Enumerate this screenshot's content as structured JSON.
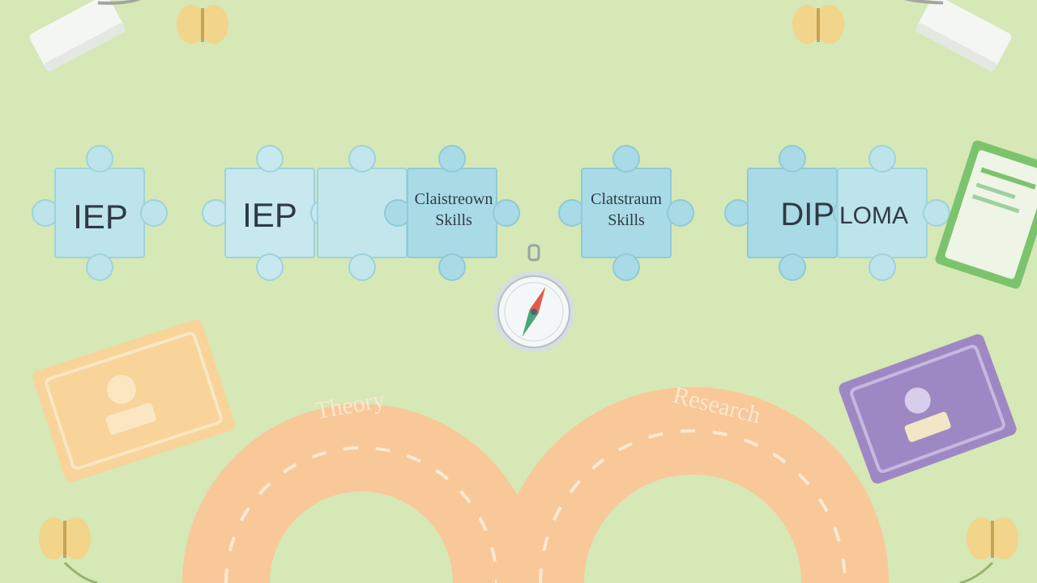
{
  "scene": {
    "background": "#d5e8b6",
    "colors": {
      "puzzle_light": "#bde4ea",
      "puzzle_mid": "#a9dbe6",
      "puzzle_outline": "#8fcad8",
      "road": "#f9c898",
      "road_dash": "#fde9d3",
      "card_orange": "#f8d39a",
      "card_purple": "#9e88c4",
      "diploma_green": "#7cc36d",
      "cap_white": "#f4f6f4",
      "ribbon_yellow": "#f2d48a",
      "compass_needle_red": "#e45a4a",
      "compass_needle_green": "#49a77c"
    },
    "puzzle_pieces": [
      {
        "label": "IEP",
        "icon": "puzzle-piece"
      },
      {
        "label": "IEP",
        "icon": "puzzle-piece"
      },
      {
        "label": "",
        "icon": "puzzle-piece"
      },
      {
        "label_line1": "Claistreown",
        "label_line2": "Skills",
        "icon": "puzzle-piece"
      },
      {
        "label_line1": "Clatstraum",
        "label_line2": "Skills",
        "icon": "puzzle-piece"
      },
      {
        "label": "DIP",
        "icon": "puzzle-piece"
      },
      {
        "label": "LOMA",
        "icon": "puzzle-piece"
      }
    ],
    "roads": [
      {
        "label": "Theory",
        "icon": "road-arch"
      },
      {
        "label": "Research",
        "icon": "road-arch"
      }
    ],
    "icons": [
      "compass-icon",
      "graduation-cap-icon",
      "diploma-certificate-icon",
      "id-card-icon",
      "butterfly-icon"
    ]
  }
}
